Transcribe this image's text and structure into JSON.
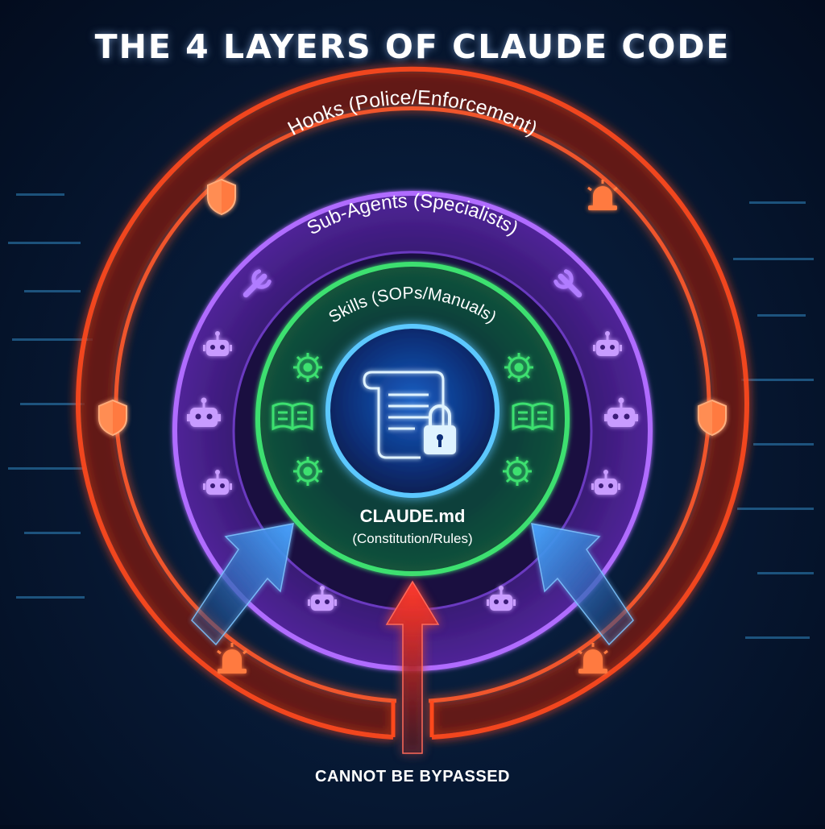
{
  "title": "THE 4 LAYERS OF CLAUDE CODE",
  "layers": {
    "hooks": {
      "label": "Hooks (Police/Enforcement)",
      "color": "#ff5a2a"
    },
    "subagents": {
      "label": "Sub-Agents (Specialists)",
      "color": "#a35cf0"
    },
    "skills": {
      "label": "Skills (SOPs/Manuals)",
      "color": "#3ee070"
    },
    "core": {
      "label": "CLAUDE.md",
      "sublabel": "(Constitution/Rules)",
      "color": "#3aa8ff"
    }
  },
  "footer": "CANNOT BE BYPASSED",
  "icons": {
    "hooks": [
      "shield-icon",
      "alarm-icon"
    ],
    "subagents": [
      "wrench-icon",
      "robot-icon"
    ],
    "skills": [
      "gear-icon",
      "book-icon"
    ],
    "core": [
      "scroll-icon",
      "lock-icon"
    ],
    "arrows": [
      "blue-arrow",
      "red-arrow"
    ]
  }
}
